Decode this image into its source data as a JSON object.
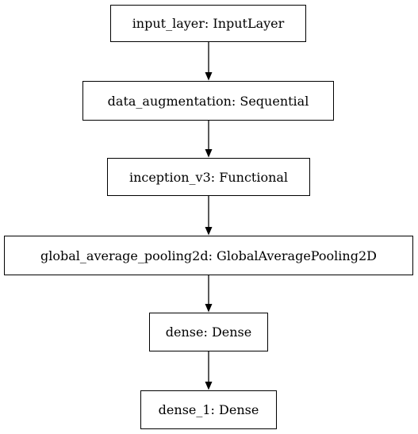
{
  "diagram": {
    "nodes": [
      {
        "id": "input_layer",
        "label": "input_layer: InputLayer"
      },
      {
        "id": "data_augmentation",
        "label": "data_augmentation: Sequential"
      },
      {
        "id": "inception_v3",
        "label": "inception_v3: Functional"
      },
      {
        "id": "global_average_pooling2d",
        "label": "global_average_pooling2d: GlobalAveragePooling2D"
      },
      {
        "id": "dense",
        "label": "dense: Dense"
      },
      {
        "id": "dense_1",
        "label": "dense_1: Dense"
      }
    ],
    "edges": [
      {
        "from": "input_layer",
        "to": "data_augmentation"
      },
      {
        "from": "data_augmentation",
        "to": "inception_v3"
      },
      {
        "from": "inception_v3",
        "to": "global_average_pooling2d"
      },
      {
        "from": "global_average_pooling2d",
        "to": "dense"
      },
      {
        "from": "dense",
        "to": "dense_1"
      }
    ],
    "colors": {
      "stroke": "#000000",
      "fill": "#ffffff",
      "text": "#000000"
    }
  }
}
